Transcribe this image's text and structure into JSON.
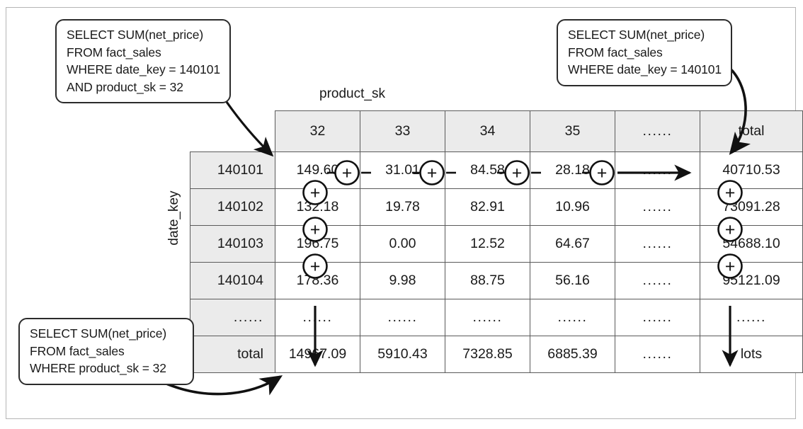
{
  "figure": {
    "axis_captions": {
      "columns": "product_sk",
      "rows": "date_key"
    },
    "callouts": [
      {
        "id": "top-left",
        "text": "SELECT SUM(net_price)\nFROM fact_sales\nWHERE date_key = 140101\nAND product_sk = 32",
        "points_to": "cell-140101-32"
      },
      {
        "id": "top-right",
        "text": "SELECT SUM(net_price)\nFROM fact_sales\nWHERE date_key = 140101",
        "points_to": "cell-140101-total"
      },
      {
        "id": "bottom-left",
        "text": "SELECT SUM(net_price)\nFROM fact_sales\nWHERE product_sk = 32",
        "points_to": "cell-total-32"
      }
    ],
    "table": {
      "corner_label": "",
      "column_headers": [
        "32",
        "33",
        "34",
        "35",
        "......",
        "total"
      ],
      "rows": [
        {
          "header": "140101",
          "cells": [
            "149.60",
            "31.01",
            "84.58",
            "28.18",
            "......",
            "40710.53"
          ]
        },
        {
          "header": "140102",
          "cells": [
            "132.18",
            "19.78",
            "82.91",
            "10.96",
            "......",
            "73091.28"
          ]
        },
        {
          "header": "140103",
          "cells": [
            "196.75",
            "0.00",
            "12.52",
            "64.67",
            "......",
            "54688.10"
          ]
        },
        {
          "header": "140104",
          "cells": [
            "178.36",
            "9.98",
            "88.75",
            "56.16",
            "......",
            "95121.09"
          ]
        },
        {
          "header": "......",
          "cells": [
            "......",
            "......",
            "......",
            "......",
            "......",
            "......"
          ]
        },
        {
          "header": "total",
          "cells": [
            "14967.09",
            "5910.43",
            "7328.85",
            "6885.39",
            "......",
            "lots"
          ]
        }
      ]
    },
    "operators": {
      "symbol": "+",
      "horizontal_row": "140101",
      "vertical_column": "32",
      "vertical_total_column": "total"
    },
    "colors": {
      "header_fill": "#ebebeb",
      "grid_line": "#5a5a5a",
      "frame_line": "#b5b5b5",
      "ink": "#1a1a1a",
      "callout_border": "#2b2b2b"
    }
  }
}
